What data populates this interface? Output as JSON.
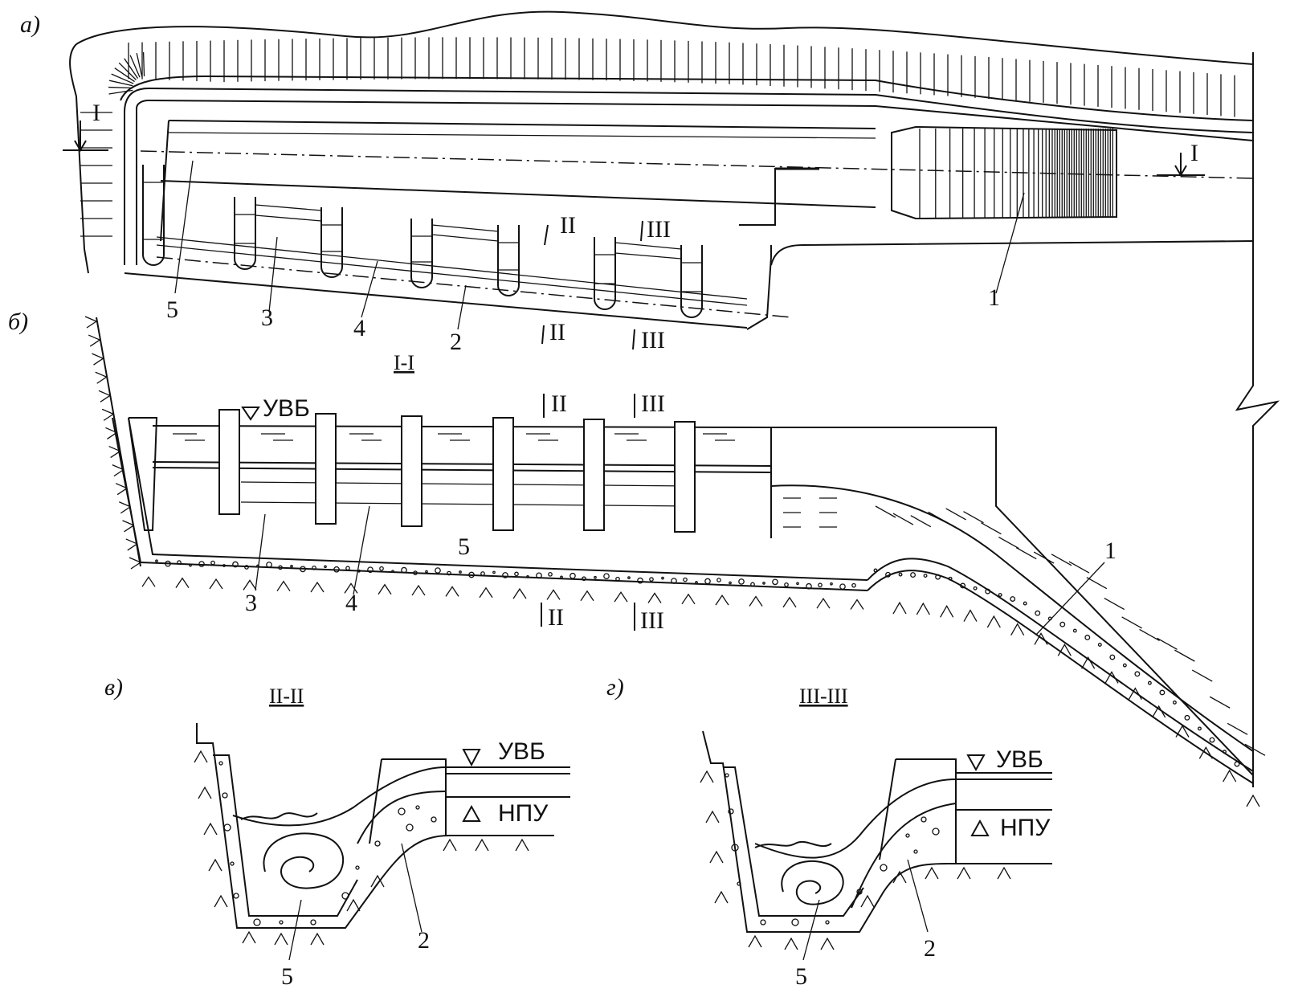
{
  "panels": {
    "a": "а)",
    "b": "б)",
    "v": "в)",
    "g": "г)"
  },
  "sections": {
    "s1": "I-I",
    "s2": "II-II",
    "s3": "III-III"
  },
  "cut_marks": {
    "I": "I",
    "II": "II",
    "III": "III"
  },
  "levels": {
    "uvb": "УВБ",
    "npu": "НПУ"
  },
  "callouts": {
    "n1": "1",
    "n2": "2",
    "n3": "3",
    "n4": "4",
    "n5": "5"
  }
}
